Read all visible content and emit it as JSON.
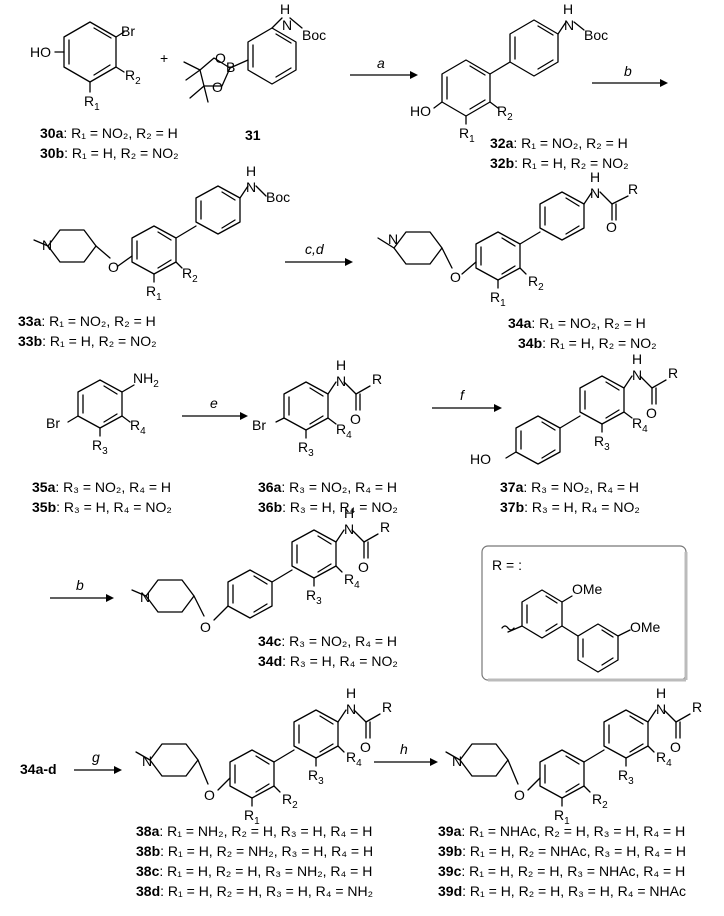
{
  "compounds": {
    "c30": {
      "label_a": "30a",
      "text_a": ": R₁ = NO₂, R₂ = H",
      "label_b": "30b",
      "text_b": ": R₁ = H, R₂ = NO₂"
    },
    "c31": {
      "label": "31"
    },
    "c32": {
      "label_a": "32a",
      "text_a": ": R₁ = NO₂, R₂ = H",
      "label_b": "32b",
      "text_b": ": R₁ = H, R₂ = NO₂"
    },
    "c33": {
      "label_a": "33a",
      "text_a": ": R₁ = NO₂, R₂ = H",
      "label_b": "33b",
      "text_b": ": R₁ = H, R₂ = NO₂"
    },
    "c34ab": {
      "label_a": "34a",
      "text_a": ": R₁ = NO₂, R₂ = H",
      "label_b": "34b",
      "text_b": ": R₁ = H, R₂ = NO₂"
    },
    "c35": {
      "label_a": "35a",
      "text_a": ": R₃ = NO₂, R₄ = H",
      "label_b": "35b",
      "text_b": ": R₃ = H, R₄ = NO₂"
    },
    "c36": {
      "label_a": "36a",
      "text_a": ": R₃ = NO₂, R₄ = H",
      "label_b": "36b",
      "text_b": ": R₃ = H, R₄ = NO₂"
    },
    "c37": {
      "label_a": "37a",
      "text_a": ": R₃ = NO₂, R₄ = H",
      "label_b": "37b",
      "text_b": ": R₃ = H, R₄ = NO₂"
    },
    "c34cd": {
      "label_c": "34c",
      "text_c": ": R₃ = NO₂, R₄ = H",
      "label_d": "34d",
      "text_d": ": R₃ = H, R₄ = NO₂"
    },
    "c34start": {
      "label": "34a-d"
    },
    "c38": {
      "label_a": "38a",
      "text_a": ": R₁ = NH₂, R₂ = H, R₃ = H, R₄ = H",
      "label_b": "38b",
      "text_b": ": R₁ = H, R₂ = NH₂, R₃ = H, R₄ = H",
      "label_c": "38c",
      "text_c": ": R₁ = H, R₂ = H, R₃ = NH₂, R₄ = H",
      "label_d": "38d",
      "text_d": ": R₁ = H, R₂ = H, R₃ = H, R₄ = NH₂"
    },
    "c39": {
      "label_a": "39a",
      "text_a": ": R₁ = NHAc, R₂ = H, R₃ = H, R₄ = H",
      "label_b": "39b",
      "text_b": ": R₁ = H, R₂ = NHAc, R₃ = H, R₄ = H",
      "label_c": "39c",
      "text_c": ": R₁ = H, R₂ = H, R₃ = NHAc, R₄ = H",
      "label_d": "39d",
      "text_d": ": R₁ = H, R₂ = H, R₃ = H, R₄ = NHAc"
    }
  },
  "reagents": {
    "a": "a",
    "b": "b",
    "c_d": "c,d",
    "e": "e",
    "f": "f",
    "b2": "b",
    "g": "g",
    "h": "h"
  },
  "atoms": {
    "br": "Br",
    "ho": "HO",
    "h": "H",
    "boc": "Boc",
    "b": "B",
    "o": "O",
    "n": "N",
    "nh2": "NH",
    "nh2_sub": "2",
    "r": "R",
    "r1": "R",
    "r2": "R",
    "r3": "R",
    "r4": "R",
    "s1": "1",
    "s2": "2",
    "s3": "3",
    "s4": "4",
    "ome": "OMe",
    "plus": "+"
  },
  "r_group_box": {
    "title": "R = :",
    "ome1": "OMe",
    "ome2": "OMe"
  }
}
